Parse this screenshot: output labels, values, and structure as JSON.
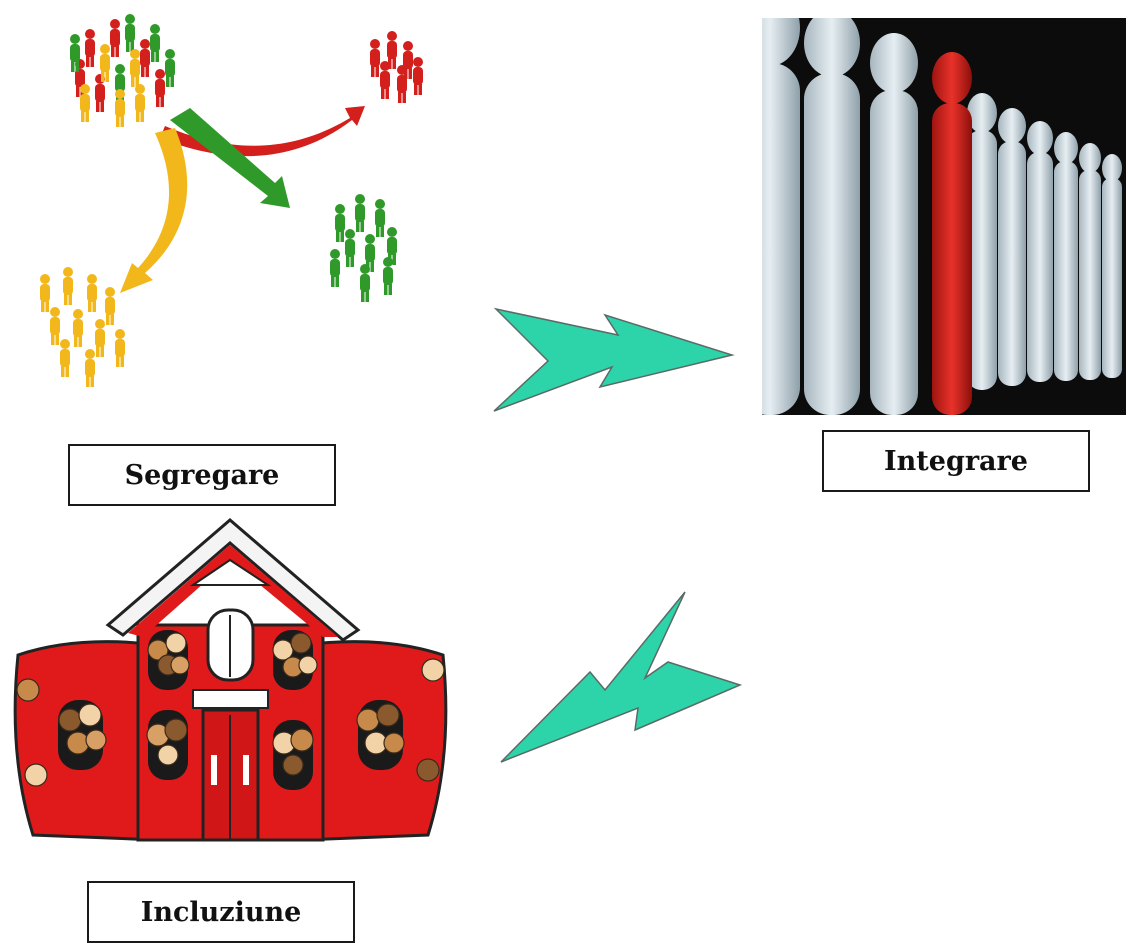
{
  "stages": {
    "segregation": {
      "label": "Segregare"
    },
    "integration": {
      "label": "Integrare"
    },
    "inclusion": {
      "label": "Incluziune"
    }
  },
  "colors": {
    "arrow_fill": "#2dd4aa",
    "arrow_stroke": "#5a6b66",
    "group_red": "#d4201c",
    "group_green": "#2f9a2a",
    "group_yellow": "#f2b71b",
    "integration_bg": "#0c0c0c",
    "integration_figure": "#c9d6de",
    "integration_highlight": "#d9211a",
    "school_red": "#e01a1a"
  },
  "icons": {
    "segregation": "people-groups-separating-arrows",
    "integration": "row-of-figures-one-red",
    "inclusion": "red-schoolhouse-with-children",
    "flow_1": "double-chevron-arrow-right",
    "flow_2": "double-chevron-arrow-down-left"
  }
}
